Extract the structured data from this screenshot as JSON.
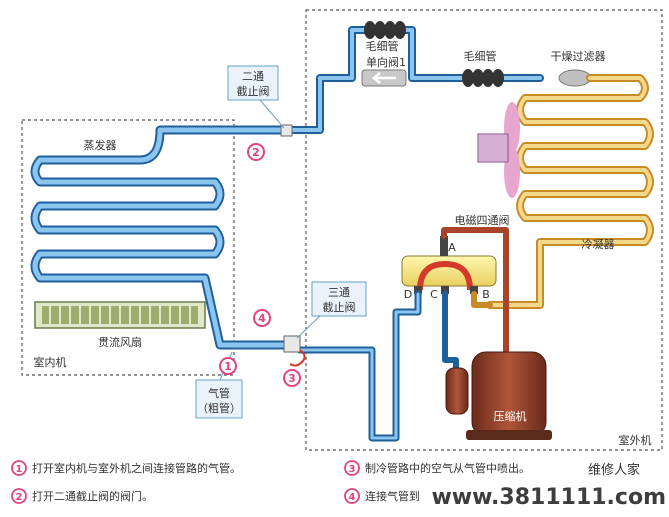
{
  "labels": {
    "capillary_top": "毛细管",
    "check_valve": "单向阀1",
    "capillary_right": "毛细管",
    "dryer_filter": "干燥过滤器",
    "two_way_valve": [
      "二通",
      "截止阀"
    ],
    "evaporator": "蒸发器",
    "condenser": "冷凝器",
    "reversing_valve": "电磁四通阀",
    "port_a": "A",
    "port_b": "B",
    "port_c": "C",
    "port_d": "D",
    "three_way_valve": [
      "三通",
      "截止阀"
    ],
    "cross_flow_fan": "贯流风扇",
    "indoor_unit": "室内机",
    "gas_pipe": [
      "气管",
      "（粗管）"
    ],
    "compressor": "压缩机",
    "outdoor_unit": "室外机"
  },
  "steps": [
    {
      "num": "1",
      "text": "打开室内机与室外机之间连接管路的气管。"
    },
    {
      "num": "2",
      "text": "打开二通截止阀的阀门。"
    },
    {
      "num": "3",
      "text": "制冷管路中的空气从气管中喷出。"
    },
    {
      "num": "4",
      "text": "连接气管到"
    }
  ],
  "markers": [
    "1",
    "2",
    "3",
    "4"
  ],
  "watermark": {
    "text": "维修人家",
    "url": "www.3811111.com"
  },
  "colors": {
    "cold_pipe": "#3d8fd0",
    "hot_pipe": "#e0704a",
    "warm_pipe": "#e8b84a",
    "marker": "#e0457b",
    "text": "#333333"
  }
}
